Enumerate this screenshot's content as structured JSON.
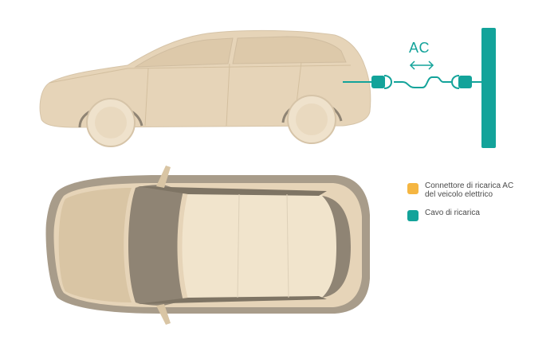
{
  "diagram": {
    "ac_label": "AC",
    "legend": [
      {
        "label": "Connettore di ricarica AC del veicolo elettrico",
        "color": "#f5b642"
      },
      {
        "label": "Cavo di ricarica",
        "color": "#13a39a"
      }
    ]
  },
  "colors": {
    "car_body": "#e6d4b8",
    "car_shadow": "#a89c8a",
    "car_outline": "#d6c4a8",
    "cable": "#13a39a"
  }
}
